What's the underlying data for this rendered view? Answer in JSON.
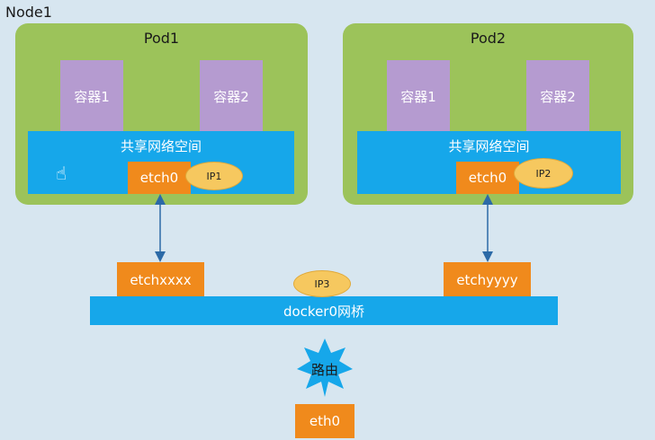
{
  "node": {
    "label": "Node1"
  },
  "pods": [
    {
      "title": "Pod1",
      "containers": [
        "容器1",
        "容器2"
      ],
      "netspace": "共享网络空间",
      "veth": "etch0",
      "ip": "IP1"
    },
    {
      "title": "Pod2",
      "containers": [
        "容器1",
        "容器2"
      ],
      "netspace": "共享网络空间",
      "veth": "etch0",
      "ip": "IP2"
    }
  ],
  "host_veths": [
    "etchxxxx",
    "etchyyyy"
  ],
  "bridge": {
    "label": "docker0网桥",
    "ip": "IP3"
  },
  "router": {
    "label": "路由"
  },
  "eth": {
    "label": "eth0"
  },
  "colors": {
    "background": "#d7e6f0",
    "pod": "#9cc35a",
    "container": "#b59bd0",
    "network": "#16a7ea",
    "interface": "#f08a1c",
    "ip": "#f6c85f"
  }
}
